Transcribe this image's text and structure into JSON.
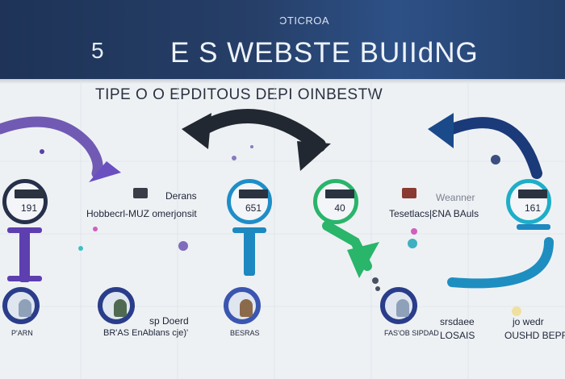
{
  "header": {
    "brand": "ƆTICROA",
    "number": "5",
    "title": "E S WEBSTE BUIIdNG"
  },
  "subheading": "TIPE   O O    EPDITOUS DEPI OINBESTW",
  "nodes": {
    "n1": {
      "number": "191",
      "top_label": "",
      "mid_label": "Hobbecrl-MUZ omerjonsit",
      "bottom_label": "P'ARN"
    },
    "n2": {
      "number": "",
      "top_label": "Derans",
      "mid_label": "",
      "bottom_label": "BR'AS EnAblans cje)'"
    },
    "n2_caption_top": "sp Doerd",
    "n3": {
      "number": "651",
      "bottom_label": "BESRAS"
    },
    "n4": {
      "number": "40",
      "top_label": "",
      "mid_label": "",
      "bottom_label": "FAS'OB SIPDAD"
    },
    "n5": {
      "number": "",
      "top_label": "Weanner",
      "mid_label": "Tesetlacs|ƐNA BAuls",
      "bottom_label": ""
    },
    "n5_caption": [
      "srsdaee",
      "LOSAIS"
    ],
    "n6": {
      "number": "161",
      "caption": [
        "jo wedr",
        "OUSHD BEPRJ"
      ]
    }
  },
  "colors": {
    "header_start": "#1e3357",
    "header_end": "#2d5086",
    "purple": "#5a3fa8",
    "teal": "#1e88b5",
    "green": "#29b56a",
    "navy": "#1a3a7a",
    "dark_arrow": "#222831"
  }
}
